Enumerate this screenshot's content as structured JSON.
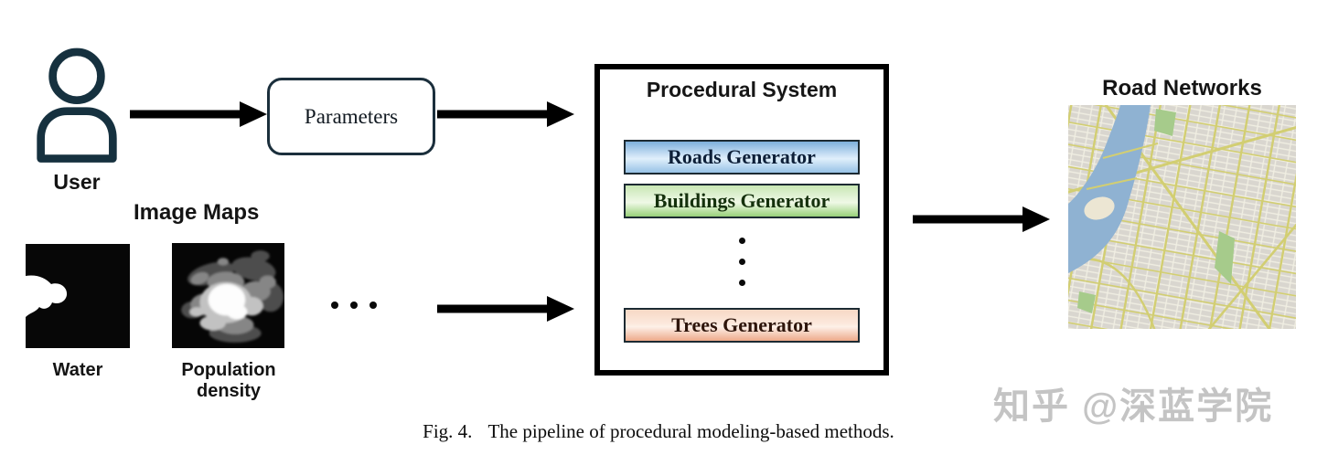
{
  "diagram": {
    "user": {
      "label": "User"
    },
    "parameters": {
      "label": "Parameters"
    },
    "image_maps": {
      "heading": "Image Maps",
      "items": [
        {
          "label": "Water"
        },
        {
          "label": "Population density"
        }
      ]
    },
    "procedural_system": {
      "title": "Procedural System",
      "generators": [
        {
          "label": "Roads Generator",
          "color_top": "#7db0dc",
          "color_mid": "#d8eaf8",
          "color_bottom": "#97c2e6",
          "text_color": "#0d1f38"
        },
        {
          "label": "Buildings Generator",
          "color_top": "#c8e7b4",
          "color_mid": "#eff8e6",
          "color_bottom": "#98d179",
          "text_color": "#14300c"
        },
        {
          "label": "Trees Generator",
          "color_top": "#f7d8c5",
          "color_mid": "#fdf0e8",
          "color_bottom": "#eeaa8a",
          "text_color": "#2e150b"
        }
      ]
    },
    "road_networks": {
      "heading": "Road Networks"
    }
  },
  "caption": {
    "label": "Fig. 4.",
    "text": "The pipeline of procedural modeling-based methods."
  },
  "watermark": {
    "text": "知乎 @深蓝学院",
    "color": "#c4c4c4"
  },
  "icons": {
    "user_icon": "person-outline",
    "flow_arrow": "black-right-arrow",
    "horizontal_ellipsis": "• • •",
    "vertical_ellipsis": "⋮"
  },
  "colors": {
    "arrow": "#000000",
    "outline_dark": "#16313f",
    "system_border": "#000000",
    "map_background": "#f0eee2",
    "map_blocks": "#d9d6cf",
    "map_roads": "#d2ce72",
    "map_water": "#8fb2d2",
    "map_parks": "#a6cb8b"
  }
}
